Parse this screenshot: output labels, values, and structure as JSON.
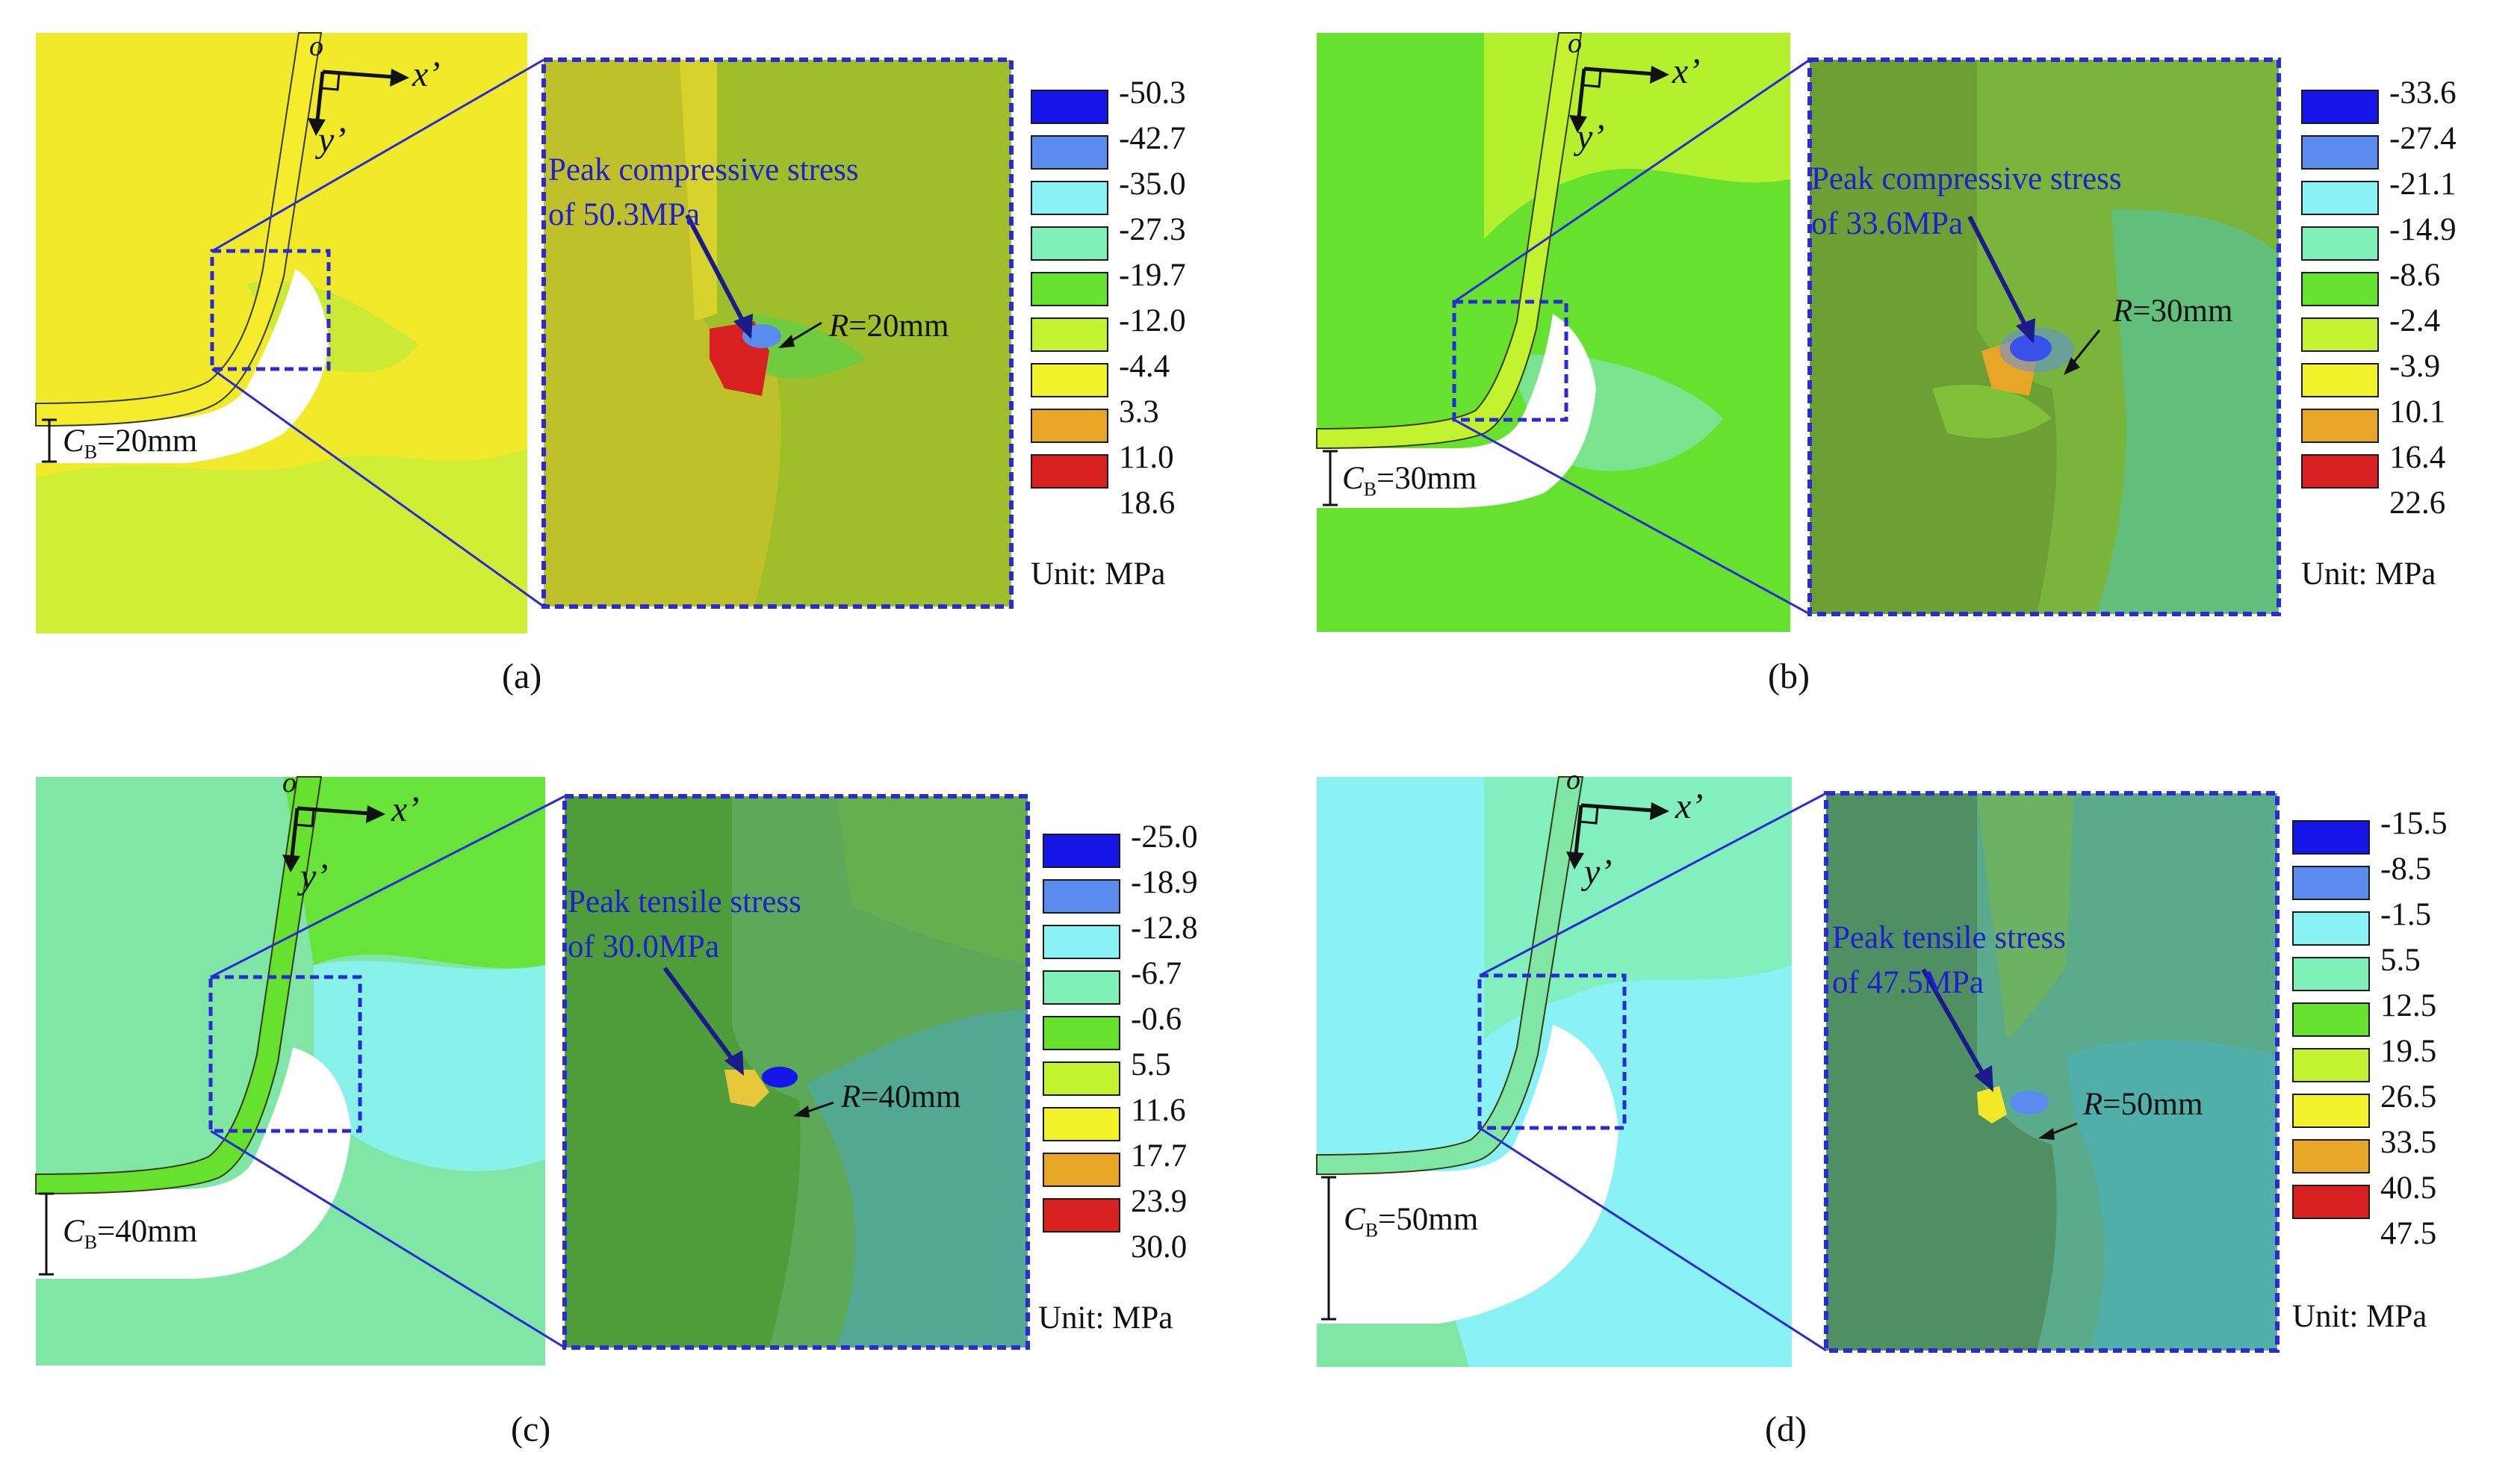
{
  "colors": {
    "frame": "#2a2ad6",
    "connector": "#2a2ad6",
    "annotation": "#1f1fd0",
    "arrow": "#1a1a8a"
  },
  "axes_labels": {
    "origin": "o",
    "x": "x’",
    "y": "y’"
  },
  "unit_label": "Unit: MPa",
  "panels": [
    {
      "id": "a",
      "caption": "(a)",
      "cb_var": "C",
      "cb_sub": "B",
      "cb_value": "=20mm",
      "r_var": "R",
      "r_value": "=20mm",
      "annotation_line1": "Peak compressive stress",
      "annotation_line2": "of 50.3MPa",
      "bg_color": "#f0ea2a",
      "zoom_color": "#9fbf2a",
      "legend": [
        {
          "value": "-50.3",
          "color": "#1616e8"
        },
        {
          "value": "-42.7",
          "color": "#5a8cf0"
        },
        {
          "value": "-35.0",
          "color": "#8af2f4"
        },
        {
          "value": "-27.3",
          "color": "#7ff0b8"
        },
        {
          "value": "-19.7",
          "color": "#66e22e"
        },
        {
          "value": "-12.0",
          "color": "#c3f22e"
        },
        {
          "value": "-4.4",
          "color": "#f2f22a"
        },
        {
          "value": "3.3",
          "color": "#e8a626"
        },
        {
          "value": "11.0",
          "color": "#d82020"
        },
        {
          "value": "18.6",
          "color": null
        }
      ]
    },
    {
      "id": "b",
      "caption": "(b)",
      "cb_var": "C",
      "cb_sub": "B",
      "cb_value": "=30mm",
      "r_var": "R",
      "r_value": "=30mm",
      "annotation_line1": "Peak compressive stress",
      "annotation_line2": "of 33.6MPa",
      "bg_color": "#66e22e",
      "zoom_color": "#7ab43a",
      "legend": [
        {
          "value": "-33.6",
          "color": "#1616e8"
        },
        {
          "value": "-27.4",
          "color": "#5a8cf0"
        },
        {
          "value": "-21.1",
          "color": "#8af2f4"
        },
        {
          "value": "-14.9",
          "color": "#7ff0b8"
        },
        {
          "value": "-8.6",
          "color": "#66e22e"
        },
        {
          "value": "-2.4",
          "color": "#c3f22e"
        },
        {
          "value": "-3.9",
          "color": "#f2f22a"
        },
        {
          "value": "10.1",
          "color": "#e8a626"
        },
        {
          "value": "16.4",
          "color": "#d82020"
        },
        {
          "value": "22.6",
          "color": null
        }
      ]
    },
    {
      "id": "c",
      "caption": "(c)",
      "cb_var": "C",
      "cb_sub": "B",
      "cb_value": "=40mm",
      "r_var": "R",
      "r_value": "=40mm",
      "annotation_line1": "Peak tensile stress",
      "annotation_line2": "of 30.0MPa",
      "bg_color": "#7fe6a6",
      "zoom_color": "#5ea85a",
      "legend": [
        {
          "value": "-25.0",
          "color": "#1616e8"
        },
        {
          "value": "-18.9",
          "color": "#5a8cf0"
        },
        {
          "value": "-12.8",
          "color": "#8af2f4"
        },
        {
          "value": "-6.7",
          "color": "#7ff0b8"
        },
        {
          "value": "-0.6",
          "color": "#66e22e"
        },
        {
          "value": "5.5",
          "color": "#c3f22e"
        },
        {
          "value": "11.6",
          "color": "#f2f22a"
        },
        {
          "value": "17.7",
          "color": "#e8a626"
        },
        {
          "value": "23.9",
          "color": "#d82020"
        },
        {
          "value": "30.0",
          "color": null
        }
      ]
    },
    {
      "id": "d",
      "caption": "(d)",
      "cb_var": "C",
      "cb_sub": "B",
      "cb_value": "=50mm",
      "r_var": "R",
      "r_value": "=50mm",
      "annotation_line1": "Peak tensile stress",
      "annotation_line2": "of 47.5MPa",
      "bg_color": "#8af2f4",
      "zoom_color": "#5aaa8c",
      "legend": [
        {
          "value": "-15.5",
          "color": "#1616e8"
        },
        {
          "value": "-8.5",
          "color": "#5a8cf0"
        },
        {
          "value": "-1.5",
          "color": "#8af2f4"
        },
        {
          "value": "5.5",
          "color": "#7ff0b8"
        },
        {
          "value": "12.5",
          "color": "#66e22e"
        },
        {
          "value": "19.5",
          "color": "#c3f22e"
        },
        {
          "value": "26.5",
          "color": "#f2f22a"
        },
        {
          "value": "33.5",
          "color": "#e8a626"
        },
        {
          "value": "40.5",
          "color": "#d82020"
        },
        {
          "value": "47.5",
          "color": null
        }
      ]
    }
  ]
}
